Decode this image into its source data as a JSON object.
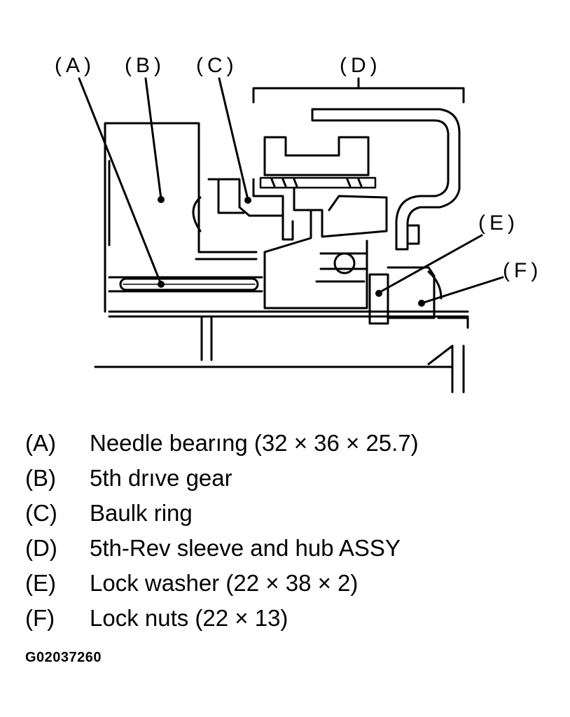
{
  "callouts": {
    "a": "(A)",
    "b": "(B)",
    "c": "(C)",
    "d": "(D)",
    "e": "(E)",
    "f": "(F)"
  },
  "legend": [
    {
      "key": "(A)",
      "description": "Needle bearıng (32 × 36 × 25.7)"
    },
    {
      "key": "(B)",
      "description": "5th drıve gear"
    },
    {
      "key": "(C)",
      "description": "Baulk ring"
    },
    {
      "key": "(D)",
      "description": "5th-Rev sleeve and hub ASSY"
    },
    {
      "key": "(E)",
      "description": "Lock washer (22 × 38 × 2)"
    },
    {
      "key": "(F)",
      "description": "Lock nuts (22 × 13)"
    }
  ],
  "figure_code": "G02037260"
}
